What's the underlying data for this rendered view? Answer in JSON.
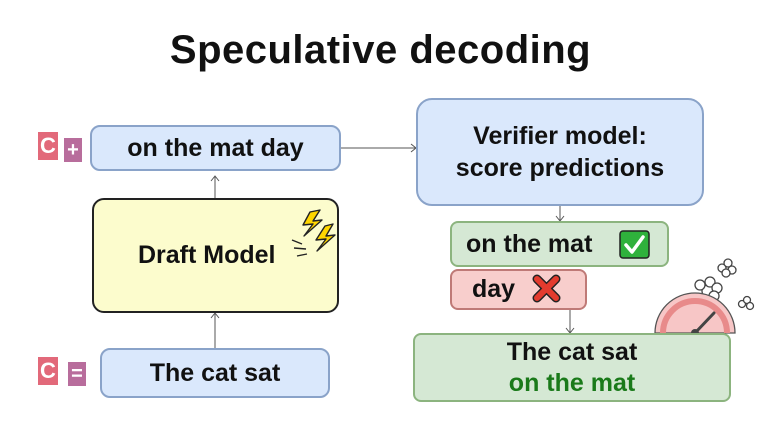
{
  "title": "Speculative decoding",
  "draft_output": "on the mat day",
  "draft_model": "Draft Model",
  "input_prompt": "The cat sat",
  "verifier": {
    "line1": "Verifier model:",
    "line2": "score predictions"
  },
  "accepted": "on the mat",
  "rejected": "day",
  "result": {
    "line1": "The cat sat",
    "line2": "on the mat"
  },
  "tags": {
    "top": {
      "letter": "C",
      "op": "+"
    },
    "bottom": {
      "letter": "C",
      "op": "="
    }
  },
  "colors": {
    "blue_fill": "#dae8fc",
    "yellow_fill": "#fcfccd",
    "green_fill": "#d5e8d4",
    "red_fill": "#f8cecc",
    "accent_green_text": "#1a7a1a",
    "tag_c": "#e2697a",
    "tag_op": "#b86d9c"
  },
  "icons": [
    "lightning-icon",
    "check-mark-icon",
    "cross-mark-icon",
    "speedometer-icon"
  ]
}
